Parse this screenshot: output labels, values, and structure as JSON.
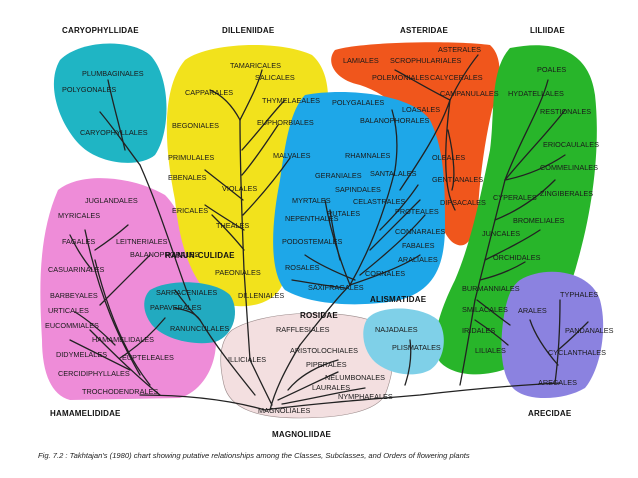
{
  "caption": "Fig. 7.2 : Takhtajan's (1980) chart showing putative relationships among the Classes, Subclasses, and Orders of flowering plants",
  "colors": {
    "caryophyllidae": "#1fb5c4",
    "dilleniidae": "#f2e21c",
    "asteridae": "#f0561c",
    "liliidae": "#28b52a",
    "hamamelididae": "#ee8cd8",
    "rosidae": "#1ea7e8",
    "ranunculidae": "#22aac0",
    "alismatidae": "#7fd0e8",
    "arecidae": "#8b82e0",
    "magnoliidae": "#f3dfe0"
  },
  "subclasses": {
    "caryophyllidae": "CARYOPHYLLIDAE",
    "dilleniidae": "DILLENIIDAE",
    "asteridae": "ASTERIDAE",
    "liliidae": "LILIIDAE",
    "hamamelididae": "HAMAMELIDIDAE",
    "rosidae": "ROSIDAE",
    "ranunculidae": "RANUN-CULIDAE",
    "alismatidae": "ALISMATIDAE",
    "arecidae": "ARECIDAE",
    "magnoliidae": "MAGNOLIIDAE"
  },
  "orders": {
    "caryophyllidae": [
      "PLUMBAGINALES",
      "POLYGONALES",
      "CARYOPHYLLALES"
    ],
    "dilleniidae": [
      "TAMARICALES",
      "SALICALES",
      "CAPPARALES",
      "THYMELAEALES",
      "BEGONIALES",
      "EUPHORBIALES",
      "PRIMULALES",
      "MALVALES",
      "EBENALES",
      "VIOLALES",
      "ERICALES",
      "THEALES",
      "PAEONIALES",
      "DILLENIALES"
    ],
    "asteridae": [
      "ASTERALES",
      "LAMIALES",
      "SCROPHULARIALES",
      "POLEMONIALES",
      "CALYCERALES",
      "CAMPANULALES",
      "LOASALES",
      "OLEALES",
      "GENTIANALES",
      "DIPSACALES"
    ],
    "liliidae": [
      "POALES",
      "HYDATELLALES",
      "RESTIONALES",
      "ERIOCAULALES",
      "COMMELINALES",
      "ZINGIBERALES",
      "CYPERALES",
      "BROMELIALES",
      "JUNCALES",
      "ORCHIDALES",
      "BURMANNIALES",
      "SMILACALES",
      "IRIDALES",
      "LILIALES"
    ],
    "rosidae": [
      "POLYGALALES",
      "BALANOPHORALES",
      "RHAMNALES",
      "GERANIALES",
      "SANTALALES",
      "SAPINDALES",
      "MYRTALES",
      "CELASTRALES",
      "RUTALES",
      "PROTEALES",
      "NEPENTHALES",
      "CONNARALES",
      "PODOSTEMALES",
      "FABALES",
      "ARALIALES",
      "ROSALES",
      "CORNALES",
      "SAXIFRAGALES"
    ],
    "hamamelididae": [
      "JUGLANDALES",
      "MYRICALES",
      "FAGALES",
      "LEITNERIALES",
      "BALANOPHORALES",
      "CASUARINALES",
      "BARBEYALES",
      "URTICALES",
      "EUCOMMIALES",
      "HAMAMELIDALES",
      "DIDYMELALES",
      "EUPTELEALES",
      "CERCIDIPHYLLALES",
      "TROCHODENDRALES"
    ],
    "ranunculidae": [
      "SARRACENIALES",
      "PAPAVERALES",
      "RANUNCULALES"
    ],
    "magnoliidae": [
      "RAFFLESIALES",
      "ARISTOLOCHIALES",
      "ILLICIALES",
      "PIPERALES",
      "NELUMBONALES",
      "LAURALES",
      "NYMPHAEALES",
      "MAGNOLIALES"
    ],
    "alismatidae": [
      "NAJADALES",
      "PLISMATALES"
    ],
    "arecidae": [
      "TYPHALES",
      "ARALES",
      "PANDANALES",
      "CYCLANTHALES",
      "ARECALES"
    ]
  }
}
